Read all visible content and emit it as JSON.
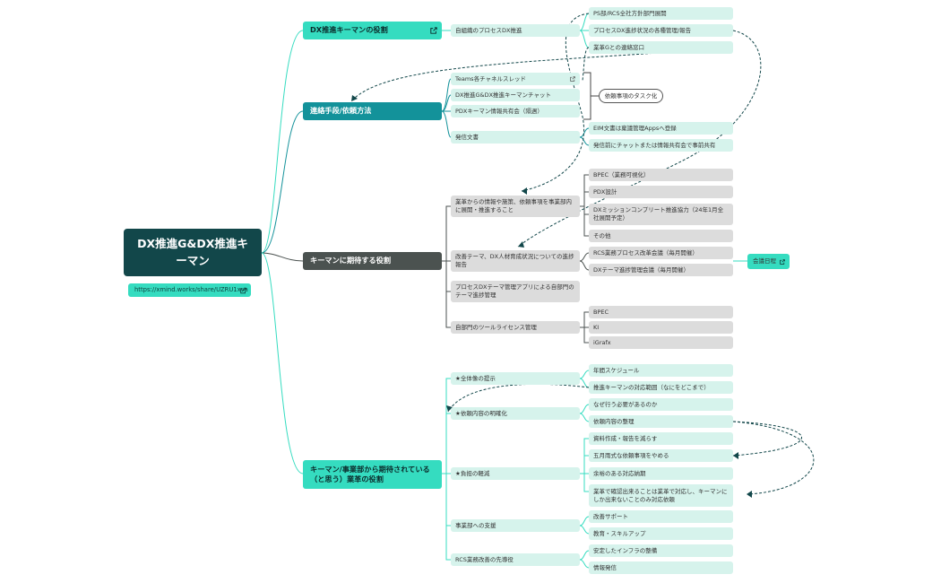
{
  "root": {
    "title": "DX推進G&DX推進キーマン",
    "link": "https://xmind.works/share/UZRU1xva"
  },
  "branches": {
    "role": {
      "title": "DX推進キーマンの役割",
      "sub": "自組織のプロセスDX推進",
      "items": [
        "PS部/RCS全社方針部門展開",
        "プロセスDX進捗状況の各種管理/報告",
        "業革Gとの連絡窓口"
      ]
    },
    "contact": {
      "title": "連絡手段/依頼方法",
      "channels": [
        "Teams各チャネルスレッド",
        "DX推進G&DX推進キーマンチャット",
        "PDXキーマン情報共有会（隔週）"
      ],
      "callout": "依頼事項のタスク化",
      "doc": "発信文書",
      "doc_items": [
        "EIM文書は稟議管理Appsへ登録",
        "発信前にチャットまたは情報共有会で事前共有"
      ]
    },
    "expect": {
      "title": "キーマンに期待する役割",
      "a": "業革からの情報や施策、依頼事項を事業部内に展開・推進すること",
      "a_items": [
        "BPEC（業務可視化）",
        "PDX設計",
        "DXミッションコンプリート推進協力（24年1月全社展開予定）",
        "その他"
      ],
      "b": "改善テーマ、DX人材育成状況についての進捗報告",
      "b_items": [
        "RCS業務プロセス改革会議（毎月開催）",
        "DXテーマ進捗管理会議（毎月開催）"
      ],
      "meeting": "会議日程",
      "c": "プロセスDXテーマ管理アプリによる自部門のテーマ進捗管理",
      "d": "自部門のツールライセンス管理",
      "d_items": [
        "BPEC",
        "KI",
        "iGrafx"
      ]
    },
    "reform": {
      "title": "キーマン/事業部から期待されている（と思う）業革の役割",
      "g1": "★全体像の提示",
      "g1_items": [
        "年間スケジュール",
        "推進キーマンの対応範囲（なにをどこまで）"
      ],
      "g2": "★依頼内容の明確化",
      "g2_items": [
        "なぜ行う必要があるのか",
        "依頼内容の整理"
      ],
      "g3": "★負担の軽減",
      "g3_items": [
        "資料作成・報告を減らす",
        "五月雨式な依頼事項をやめる",
        "余裕のある対応納期",
        "業革で確認出来ることは業革で対応し、キーマンにしか出来ないことのみ対応依頼"
      ],
      "g4": "事業部への支援",
      "g4_items": [
        "改善サポート",
        "教育・スキルアップ"
      ],
      "g5": "RCS業務改善の先導役",
      "g5_items": [
        "安定したインフラの整備",
        "情報発信"
      ]
    }
  },
  "colors": {
    "root": "#12474a",
    "teal": "#35dcc0",
    "dark_teal": "#13929a",
    "dark_gray": "#4b5250",
    "mint": "#d6f3ec",
    "gray": "#dcdcdc"
  }
}
